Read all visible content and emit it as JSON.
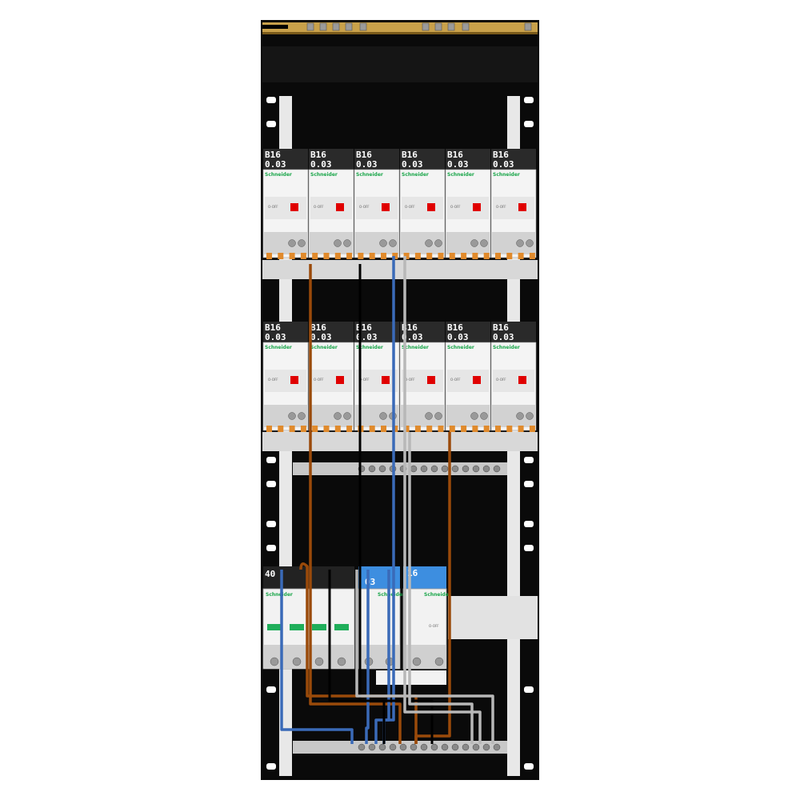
{
  "colors": {
    "enclosure": "#0a0a0a",
    "din_rail": "#d8d8d8",
    "busbar": "#e08a2c",
    "wire_brown": "#9a4a0a",
    "wire_blue": "#3a6ab8",
    "wire_black": "#111111",
    "wire_grey": "#b8b8b8",
    "brand_green": "#1aa64a",
    "rcbo_handle": "#e00000",
    "rcd_cap": "#3d8ee0",
    "top_bar": "#c9a14a"
  },
  "row1": [
    {
      "rating": "B16",
      "sensitivity": "0.03",
      "brand": "Schneider",
      "state": "O-OFF"
    },
    {
      "rating": "B16",
      "sensitivity": "0.03",
      "brand": "Schneider",
      "state": "O-OFF"
    },
    {
      "rating": "B16",
      "sensitivity": "0.03",
      "brand": "Schneider",
      "state": "O-OFF"
    },
    {
      "rating": "B16",
      "sensitivity": "0.03",
      "brand": "Schneider",
      "state": "O-OFF"
    },
    {
      "rating": "B16",
      "sensitivity": "0.03",
      "brand": "Schneider",
      "state": "O-OFF"
    },
    {
      "rating": "B16",
      "sensitivity": "0.03",
      "brand": "Schneider",
      "state": "O-OFF"
    }
  ],
  "row2": [
    {
      "rating": "B16",
      "sensitivity": "0.03",
      "brand": "Schneider",
      "state": "O-OFF"
    },
    {
      "rating": "B16",
      "sensitivity": "0.03",
      "brand": "Schneider",
      "state": "O-OFF"
    },
    {
      "rating": "B16",
      "sensitivity": "0.03",
      "brand": "Schneider",
      "state": "O-OFF"
    },
    {
      "rating": "B16",
      "sensitivity": "0.03",
      "brand": "Schneider",
      "state": "O-OFF"
    },
    {
      "rating": "B16",
      "sensitivity": "0.03",
      "brand": "Schneider",
      "state": "O-OFF"
    },
    {
      "rating": "B16",
      "sensitivity": "0.03",
      "brand": "Schneider",
      "state": "O-OFF"
    }
  ],
  "row3": {
    "main_switch": {
      "rating": "40",
      "brand": "Schneider"
    },
    "rcd": {
      "sensitivity": "03",
      "brand": "Schneider"
    },
    "breaker": {
      "rating": "16",
      "brand": "Schneider",
      "state": "O-OFF"
    }
  }
}
